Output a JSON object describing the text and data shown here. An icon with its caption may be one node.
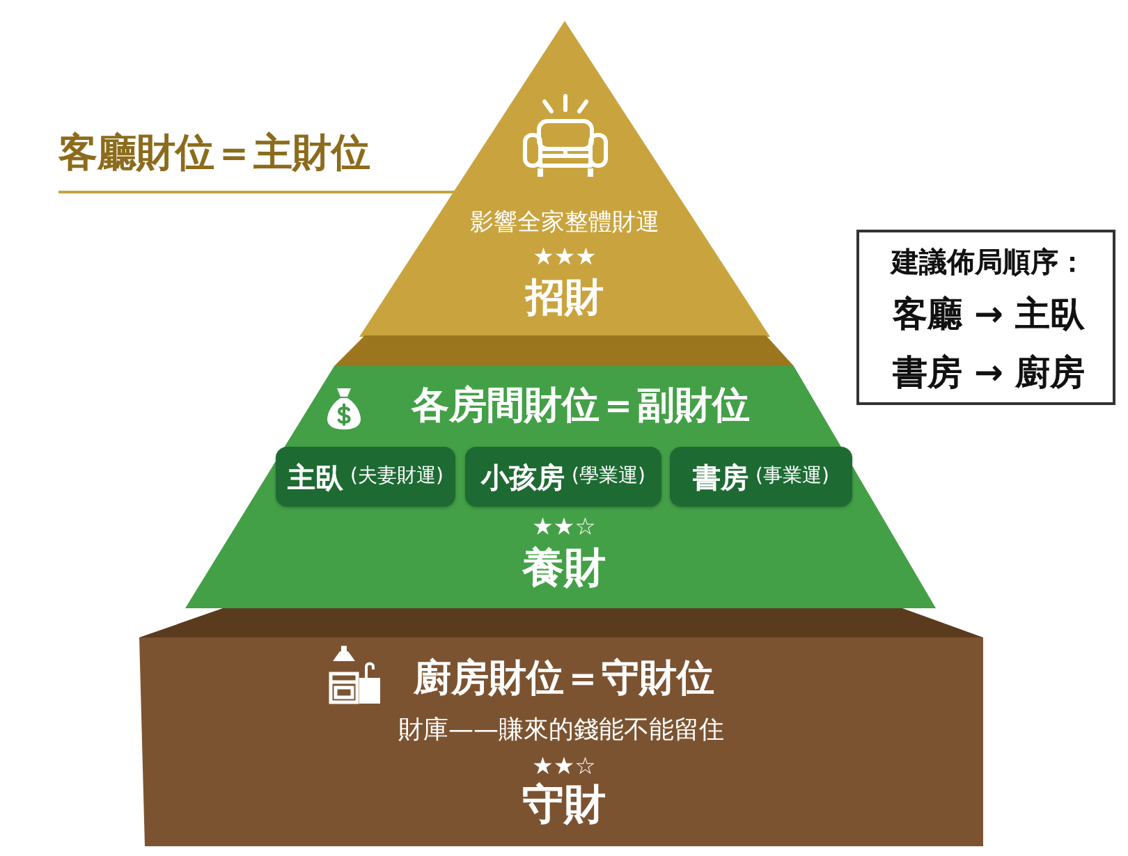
{
  "diagram": {
    "nodes": [
      {
        "text": [
          "客廳財位＝主財位",
          "影響全家整體財運",
          "★★★",
          "招財"
        ]
      },
      {
        "text": [
          "各房間財位＝副財位",
          "★★☆",
          "養財"
        ]
      },
      {
        "text": [
          "主臥",
          "(夫妻財運)"
        ],
        "in": 1
      },
      {
        "text": [
          "小孩房",
          "(學業運)"
        ],
        "in": 1
      },
      {
        "text": [
          "書房",
          "(事業運)"
        ],
        "in": 1
      },
      {
        "text": [
          "廚房財位＝守財位",
          "財庫——賺來的錢能不能留住",
          "★★☆",
          "守財"
        ]
      },
      {
        "text": [
          "建議佈局順序：",
          "客廳 → 主臥",
          "書房 → 廚房"
        ]
      }
    ]
  }
}
